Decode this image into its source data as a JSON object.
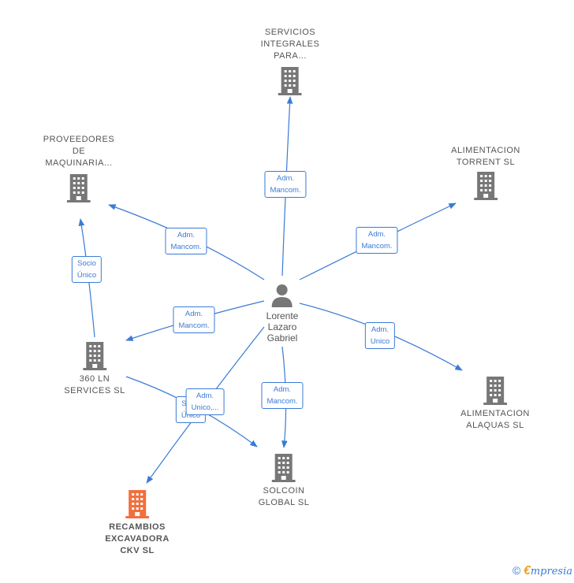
{
  "colors": {
    "edge": "#3a7bd5",
    "building": "#777777",
    "highlight": "#f26f3d"
  },
  "nodes": {
    "servicios": {
      "label": "SERVICIOS\nINTEGRALES\nPARA...",
      "icon": "building-icon"
    },
    "proveedores": {
      "label": "PROVEEDORES\nDE\nMAQUINARIA...",
      "icon": "building-icon"
    },
    "alim_torrent": {
      "label": "ALIMENTACION\nTORRENT  SL",
      "icon": "building-icon"
    },
    "ln360": {
      "label": "360  LN\nSERVICES  SL",
      "icon": "building-icon"
    },
    "alim_alaquas": {
      "label": "ALIMENTACION\nALAQUAS  SL",
      "icon": "building-icon"
    },
    "solcoin": {
      "label": "SOLCOIN\nGLOBAL  SL",
      "icon": "building-icon"
    },
    "recambios": {
      "label": "RECAMBIOS\nEXCAVADORA\nCKV  SL",
      "icon": "building-icon"
    },
    "person": {
      "label": "Lorente\nLazaro\nGabriel",
      "icon": "person-icon"
    }
  },
  "edges": {
    "to_servicios": "Adm.\nMancom.",
    "to_proveedores": "Adm.\nMancom.",
    "to_alim_torrent": "Adm.\nMancom.",
    "to_ln360": "Adm.\nMancom.",
    "to_alim_alaquas": "Adm.\nUnico",
    "to_solcoin": "Adm.\nMancom.",
    "to_recambios": "Adm.\nUnico,...",
    "ln360_to_proveedores": "Socio\nÚnico",
    "ln360_to_solcoin": "Socio\nÚnico"
  },
  "footer": {
    "copyright": "©",
    "brand_initial": "€",
    "brand_rest": "mpresia"
  }
}
